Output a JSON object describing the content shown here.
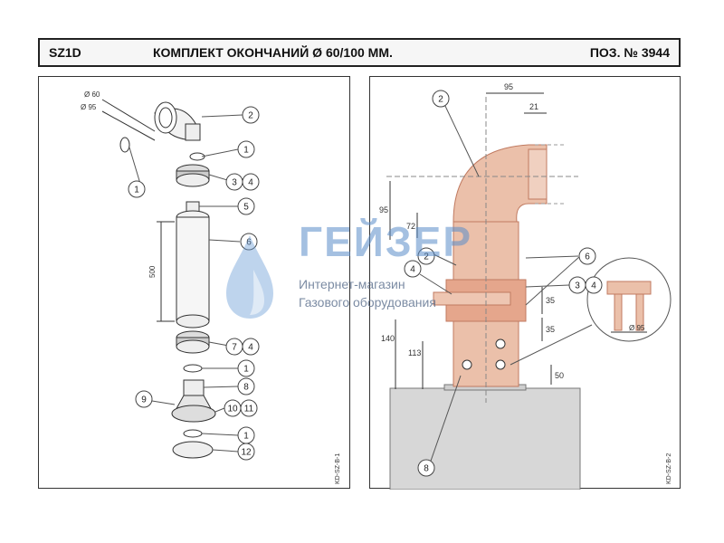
{
  "header": {
    "code": "SZ1D",
    "title": "КОМПЛЕКТ ОКОНЧАНИЙ Ø 60/100 ММ.",
    "position": "ПОЗ. № 3944"
  },
  "left_panel": {
    "dims": {
      "d60": "Ø 60",
      "d95": "Ø 95",
      "length": "500"
    },
    "callouts": [
      "2",
      "1",
      "3",
      "4",
      "5",
      "6",
      "7",
      "4",
      "1",
      "8",
      "9",
      "10",
      "11",
      "1",
      "12",
      "1"
    ],
    "code": "KD-SZ-B-1"
  },
  "right_panel": {
    "dims": {
      "d95top": "95",
      "d21": "21",
      "d95side": "95",
      "d72": "72",
      "d35a": "35",
      "d35b": "35",
      "d140": "140",
      "d113": "113",
      "d50": "50",
      "d95detail": "Ø 95"
    },
    "callouts": [
      "2",
      "3",
      "4",
      "6",
      "4",
      "2",
      "8"
    ],
    "code": "KD-SZ-B-2"
  },
  "watermark": {
    "title": "ГЕЙЗЕР",
    "line1": "Интернет-магазин",
    "line2": "Газового оборудования"
  },
  "colors": {
    "pipe": "#e8b8a0",
    "pipe_stroke": "#c07a60",
    "line": "#333333",
    "watermark": "#5a8cc8"
  }
}
